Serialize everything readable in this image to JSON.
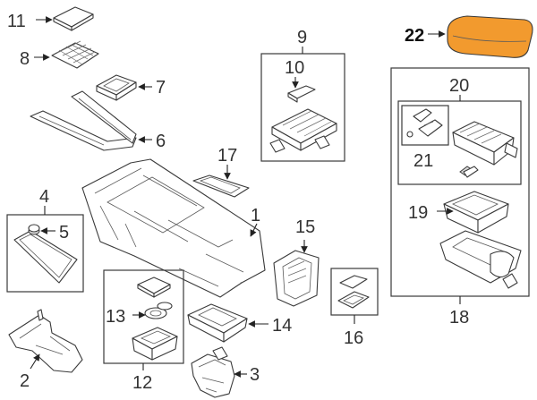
{
  "callouts": {
    "c1": "1",
    "c2": "2",
    "c3": "3",
    "c4": "4",
    "c5": "5",
    "c6": "6",
    "c7": "7",
    "c8": "8",
    "c9": "9",
    "c10": "10",
    "c11": "11",
    "c12": "12",
    "c13": "13",
    "c14": "14",
    "c15": "15",
    "c16": "16",
    "c17": "17",
    "c18": "18",
    "c19": "19",
    "c20": "20",
    "c21": "21",
    "c22": "22"
  },
  "colors": {
    "highlight_part": "#F29A2E",
    "line": "#3a3a3a",
    "background": "#ffffff"
  }
}
